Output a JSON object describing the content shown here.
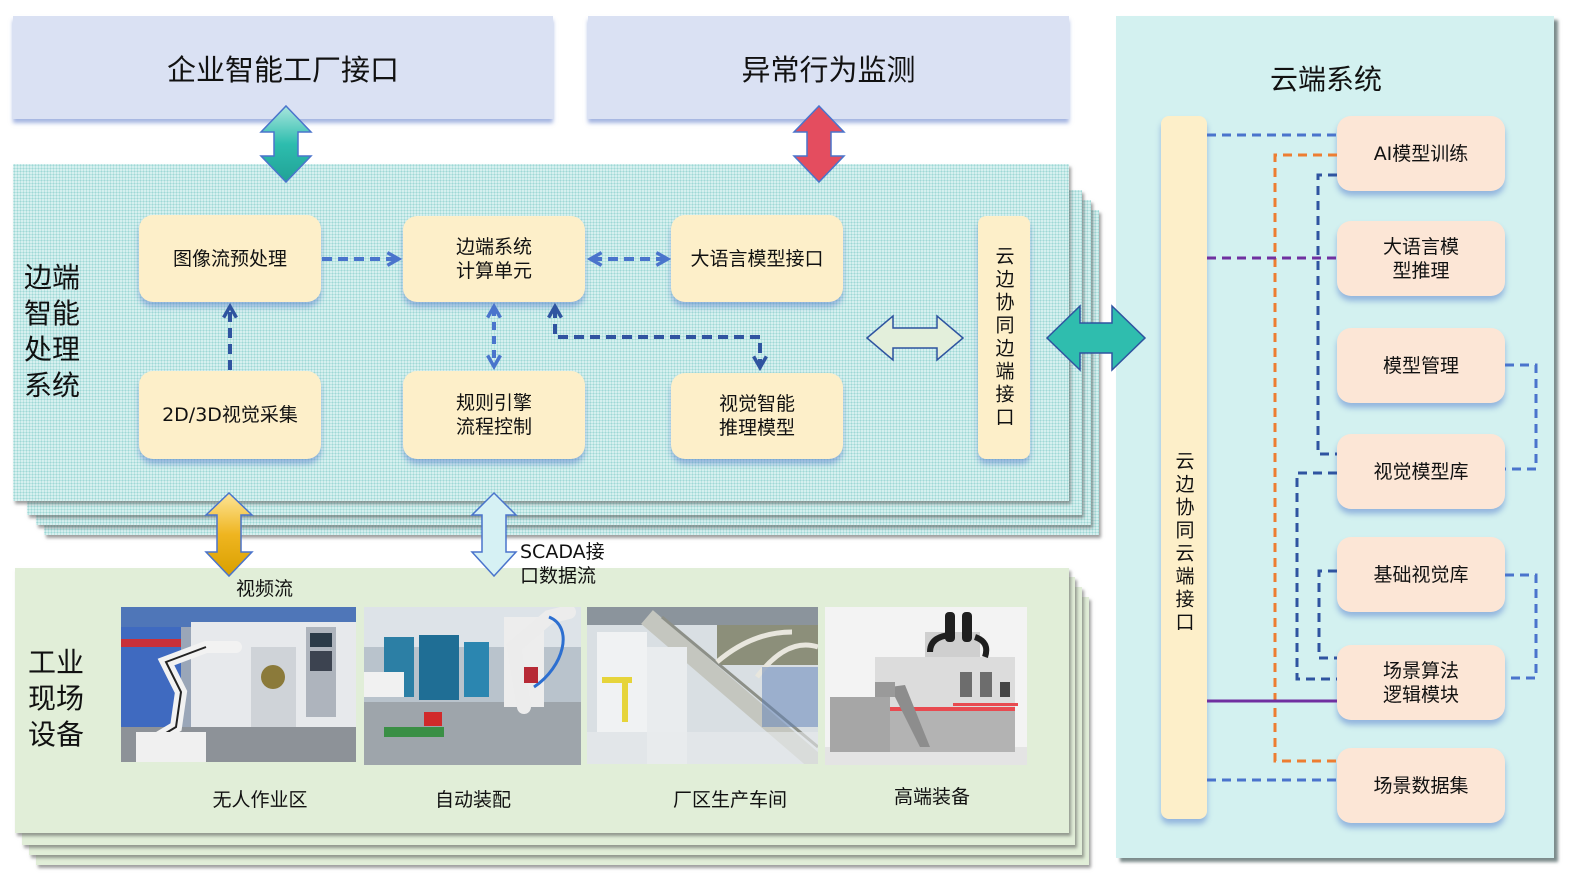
{
  "top": {
    "enterprise_interface": "企业智能工厂接口",
    "anomaly_monitoring": "异常行为监测"
  },
  "edge": {
    "title": "边端\n智能\n处理\n系统",
    "modules": {
      "image_preprocess": "图像流预处理",
      "compute_unit": "边端系统\n计算单元",
      "llm_interface": "大语言模型接口",
      "vision_capture": "2D/3D视觉采集",
      "rule_engine": "规则引擎\n流程控制",
      "vision_inference": "视觉智能\n推理模型"
    },
    "cloud_edge_interface": "云边协同边端接口"
  },
  "links": {
    "video_stream": "视频流",
    "scada_stream": "SCADA接\n口数据流"
  },
  "field": {
    "title": "工业\n现场\n设备",
    "items": [
      {
        "label": "无人作业区",
        "image": "robot-cnc-photo"
      },
      {
        "label": "自动装配",
        "image": "assembly-line-photo"
      },
      {
        "label": "厂区生产车间",
        "image": "factory-workshop-photo"
      },
      {
        "label": "高端装备",
        "image": "machining-center-photo"
      }
    ]
  },
  "cloud": {
    "title": "云端系统",
    "interface": "云边协同云端接口",
    "modules": [
      "AI模型训练",
      "大语言模\n型推理",
      "模型管理",
      "视觉模型库",
      "基础视觉库",
      "场景算法\n逻辑模块",
      "场景数据集"
    ]
  },
  "colors": {
    "top_box": "#dae1f3",
    "edge_panel": "#d6f0ef",
    "field_panel": "#e1eed8",
    "cloud_panel": "#d3f1f0",
    "edge_module": "#fdefc9",
    "cloud_module": "#fce6d6",
    "arrow_teal": "#2fbdae",
    "arrow_red": "#e44d5f",
    "arrow_gold": "#eab320",
    "arrow_lightblue": "#d6f1f4",
    "arrow_lightgreen": "#e3efdb",
    "dash_blue": "#4a74cc",
    "dash_darkblue": "#2f54a0",
    "dash_orange": "#ed7d31",
    "dash_purple": "#7030a0"
  }
}
